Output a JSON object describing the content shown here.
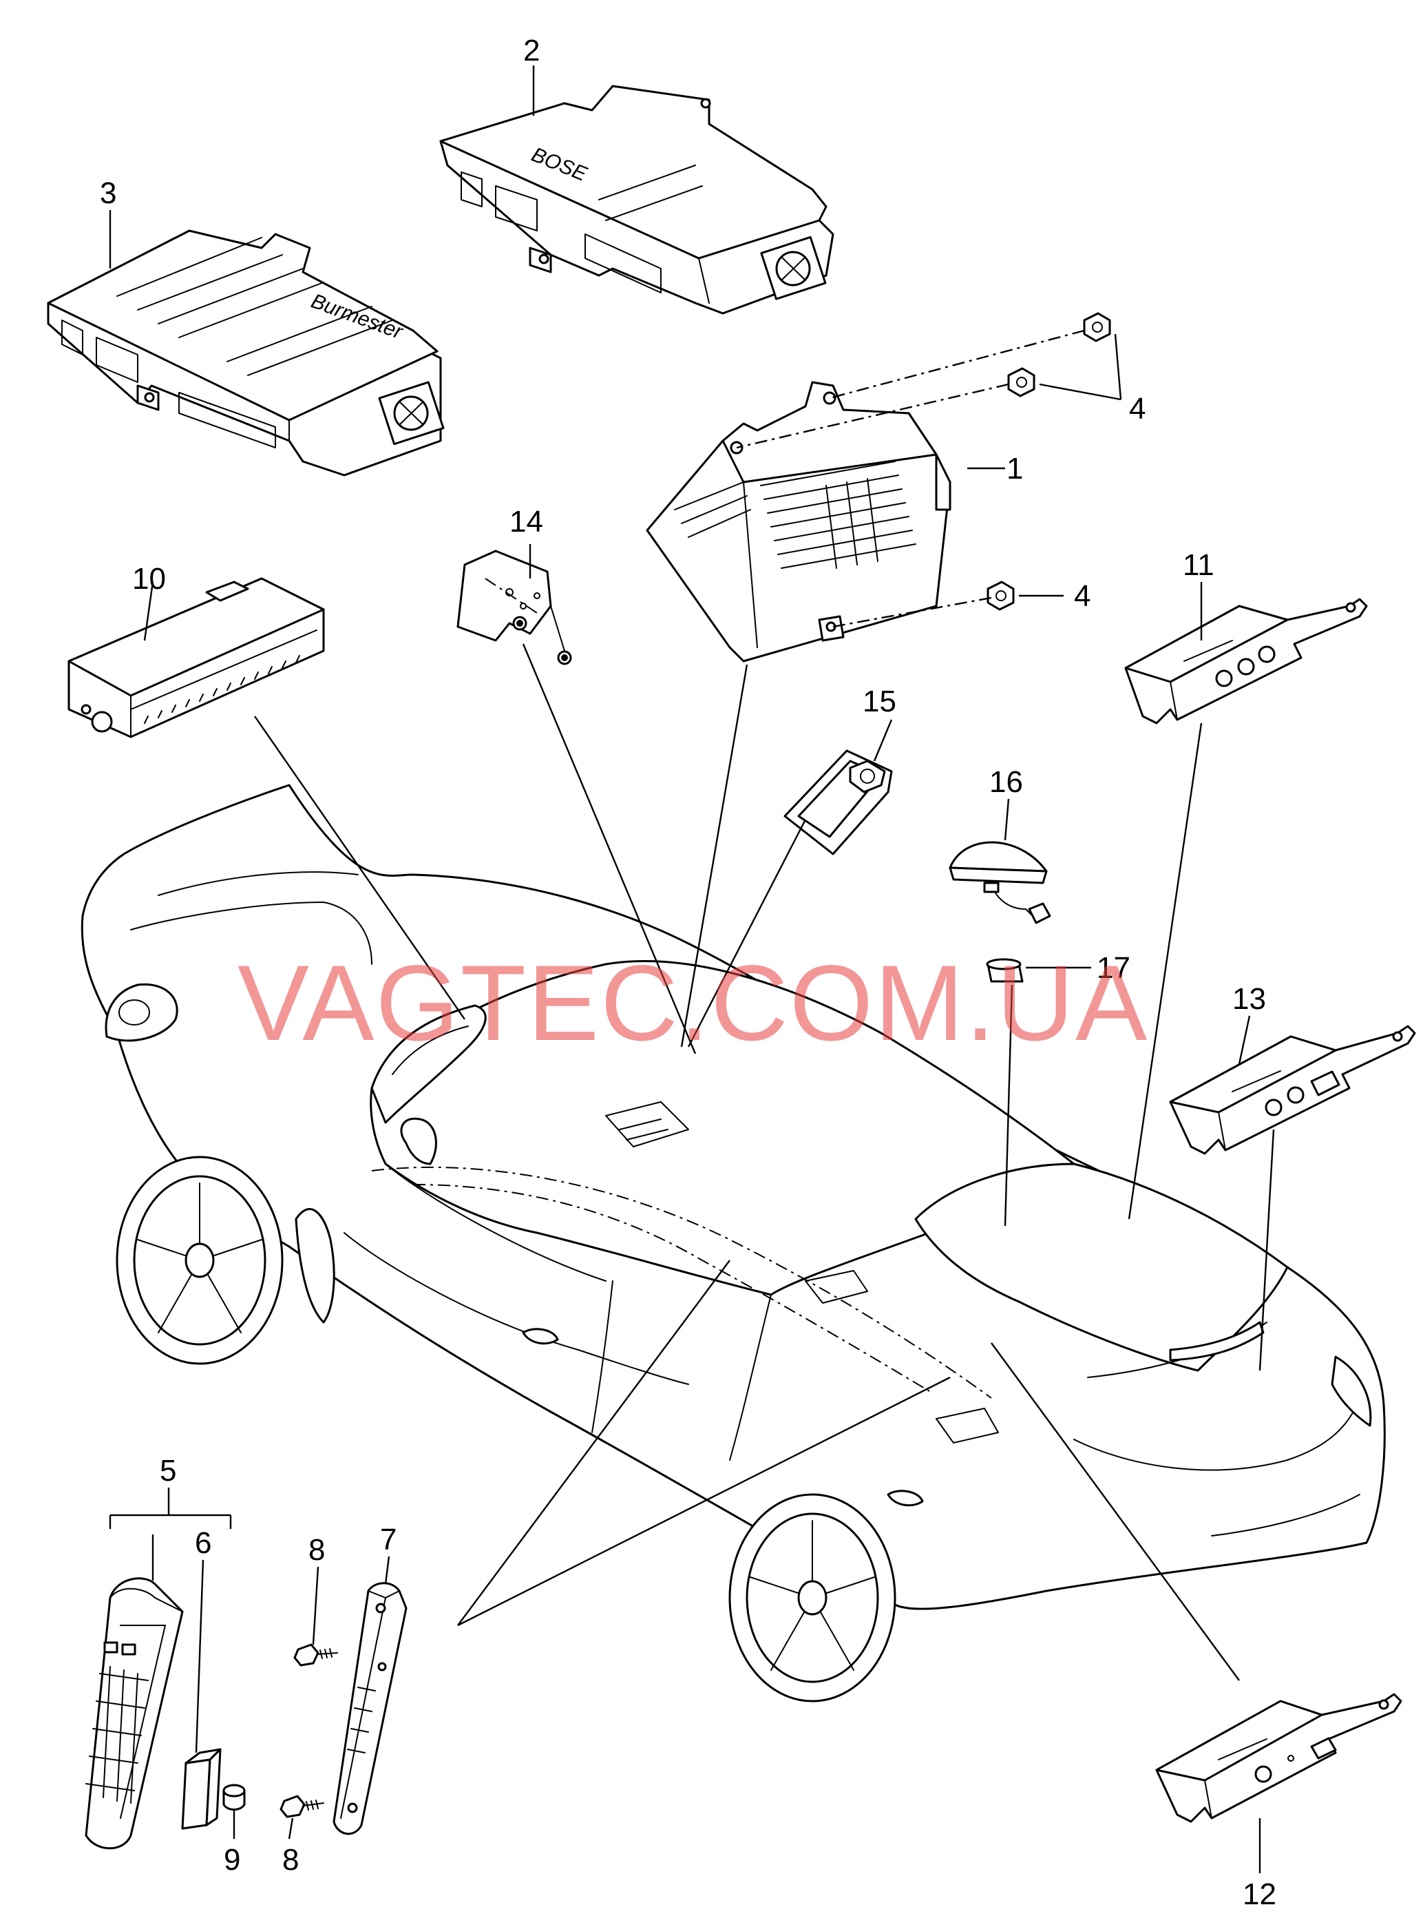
{
  "watermark": "VAGTEC.COM.UA",
  "labels": {
    "amplifier_bose": "2",
    "amplifier_burmester": "3",
    "amplifier_base": "1",
    "nuts": "4",
    "nut_lower": "4",
    "control_unit_left": "10",
    "bracket": "14",
    "module_small": "15",
    "antenna_amp_top": "11",
    "roof_antenna": "16",
    "seal": "17",
    "antenna_amp_mid": "13",
    "handset_set": "5",
    "battery": "6",
    "cradle": "7",
    "screw_top": "8",
    "screw_bottom": "8",
    "cap": "9",
    "antenna_amp_bottom": "12"
  },
  "logos": {
    "bose": "BOSE",
    "burmester": "Burmester"
  },
  "colors": {
    "watermark": "#e8403f",
    "line": "#000000",
    "background": "#ffffff"
  }
}
